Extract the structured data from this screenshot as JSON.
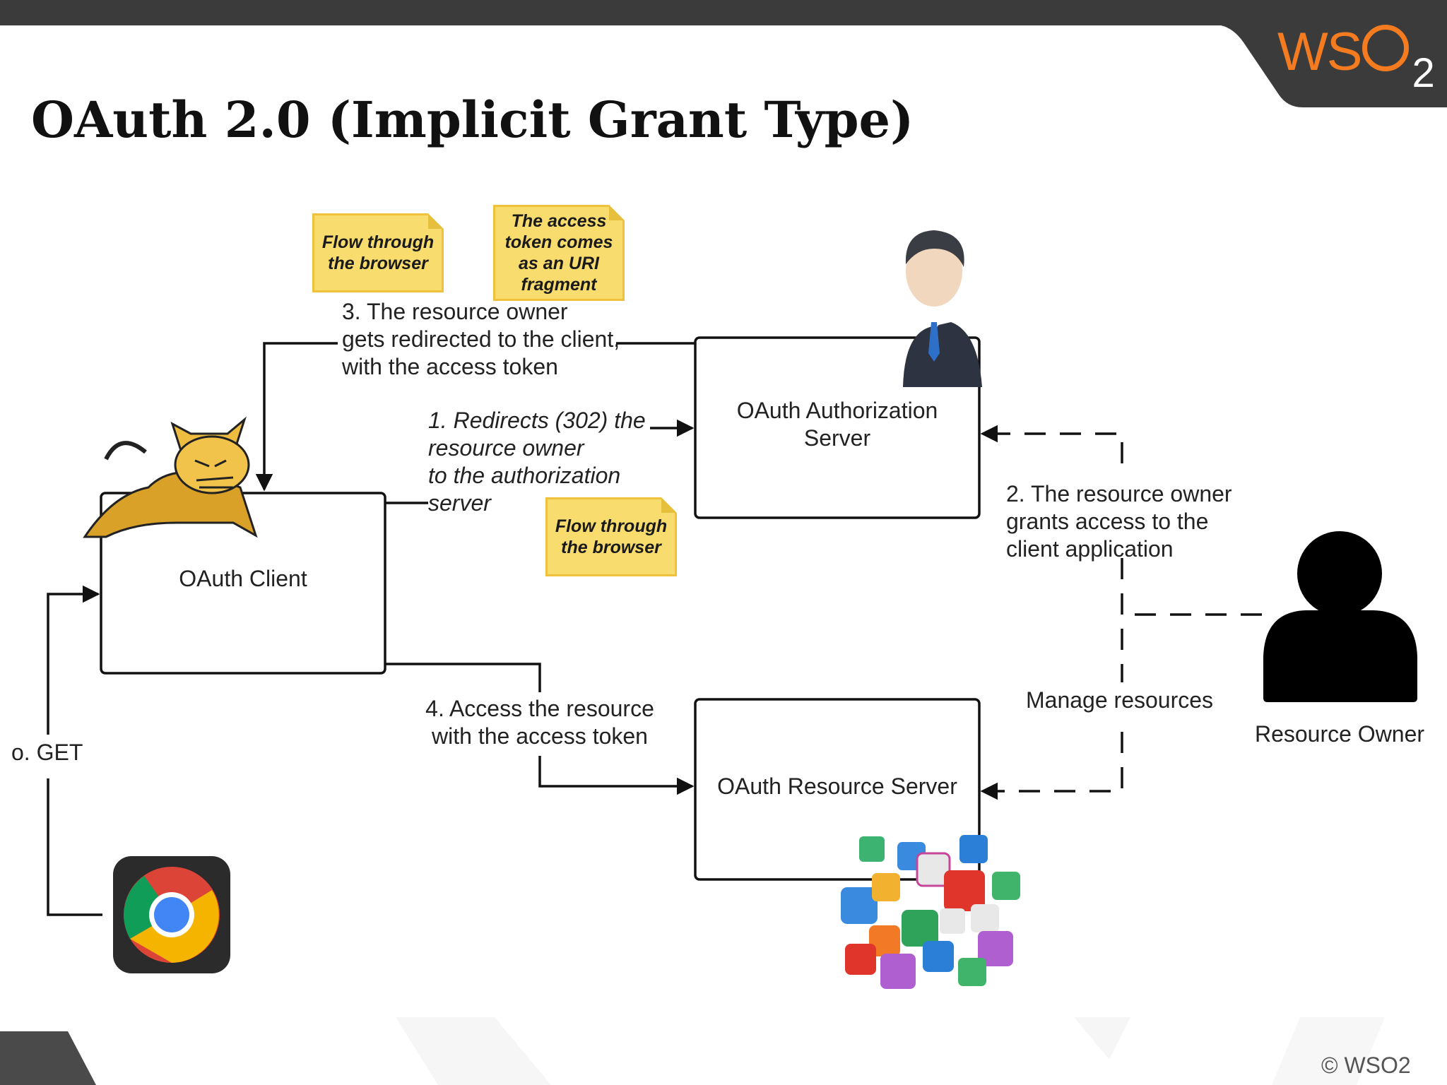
{
  "title": "OAuth 2.0 (Implicit Grant Type)",
  "logo": {
    "text_a": "WS",
    "text_b": "2"
  },
  "copyright": "© WSO2",
  "nodes": {
    "client": "OAuth Client",
    "auth_server": "OAuth Authorization\nServer",
    "resource_server": "OAuth Resource Server",
    "resource_owner": "Resource Owner"
  },
  "steps": {
    "step0": "o. GET",
    "step1": "1. Redirects (302) the\nresource owner\nto the authorization\nserver",
    "step2": "2. The resource owner\ngrants access to the\nclient application",
    "step3": "3. The resource owner\ngets redirected to the client,\nwith the  access token",
    "step4": "4. Access the resource\nwith the access token",
    "manage": "Manage resources"
  },
  "notes": {
    "note_a": "Flow through\nthe browser",
    "note_b": "The access\ntoken comes\nas an URI\nfragment",
    "note_c": "Flow through\nthe browser"
  },
  "colors": {
    "accent": "#f47b20",
    "note_fill": "#f9dc6e",
    "header_bar": "#3d3d3d"
  }
}
